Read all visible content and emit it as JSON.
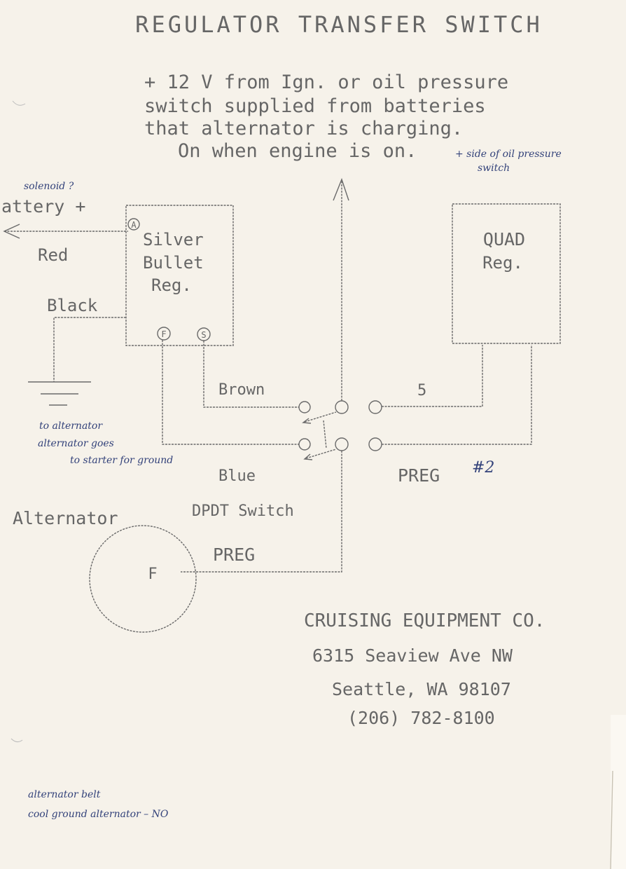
{
  "title": "REGULATOR TRANSFER SWITCH",
  "note_lines": [
    "+ 12 V from Ign. or oil pressure",
    "switch supplied from batteries",
    "that alternator is charging.",
    "On when engine is on."
  ],
  "handwritten": {
    "oil_pressure_note": [
      "+ side of oil pressure",
      "switch"
    ],
    "solenoid_note": "solenoid ?",
    "ground_note": [
      "to alternator",
      "alternator goes",
      "to starter for ground"
    ],
    "preg2_suffix": "#2",
    "bottom_note": [
      "alternator belt",
      "cool ground alternator – NO"
    ]
  },
  "labels": {
    "battery": "attery +",
    "red": "Red",
    "black": "Black",
    "brown": "Brown",
    "blue": "Blue",
    "five": "5",
    "preg_right": "PREG",
    "preg_bottom": "PREG",
    "switch": "DPDT Switch",
    "alternator": "Alternator",
    "alt_f": "F"
  },
  "silver_bullet": {
    "lines": [
      "Silver",
      "Bullet",
      "Reg."
    ],
    "terminal_a": "A",
    "terminal_f": "F",
    "terminal_s": "S"
  },
  "quad": {
    "lines": [
      "QUAD",
      "Reg."
    ]
  },
  "company": {
    "name": "CRUISING EQUIPMENT CO.",
    "street": "6315 Seaview Ave NW",
    "city": "Seattle, WA 98107",
    "phone": "(206) 782-8100"
  }
}
